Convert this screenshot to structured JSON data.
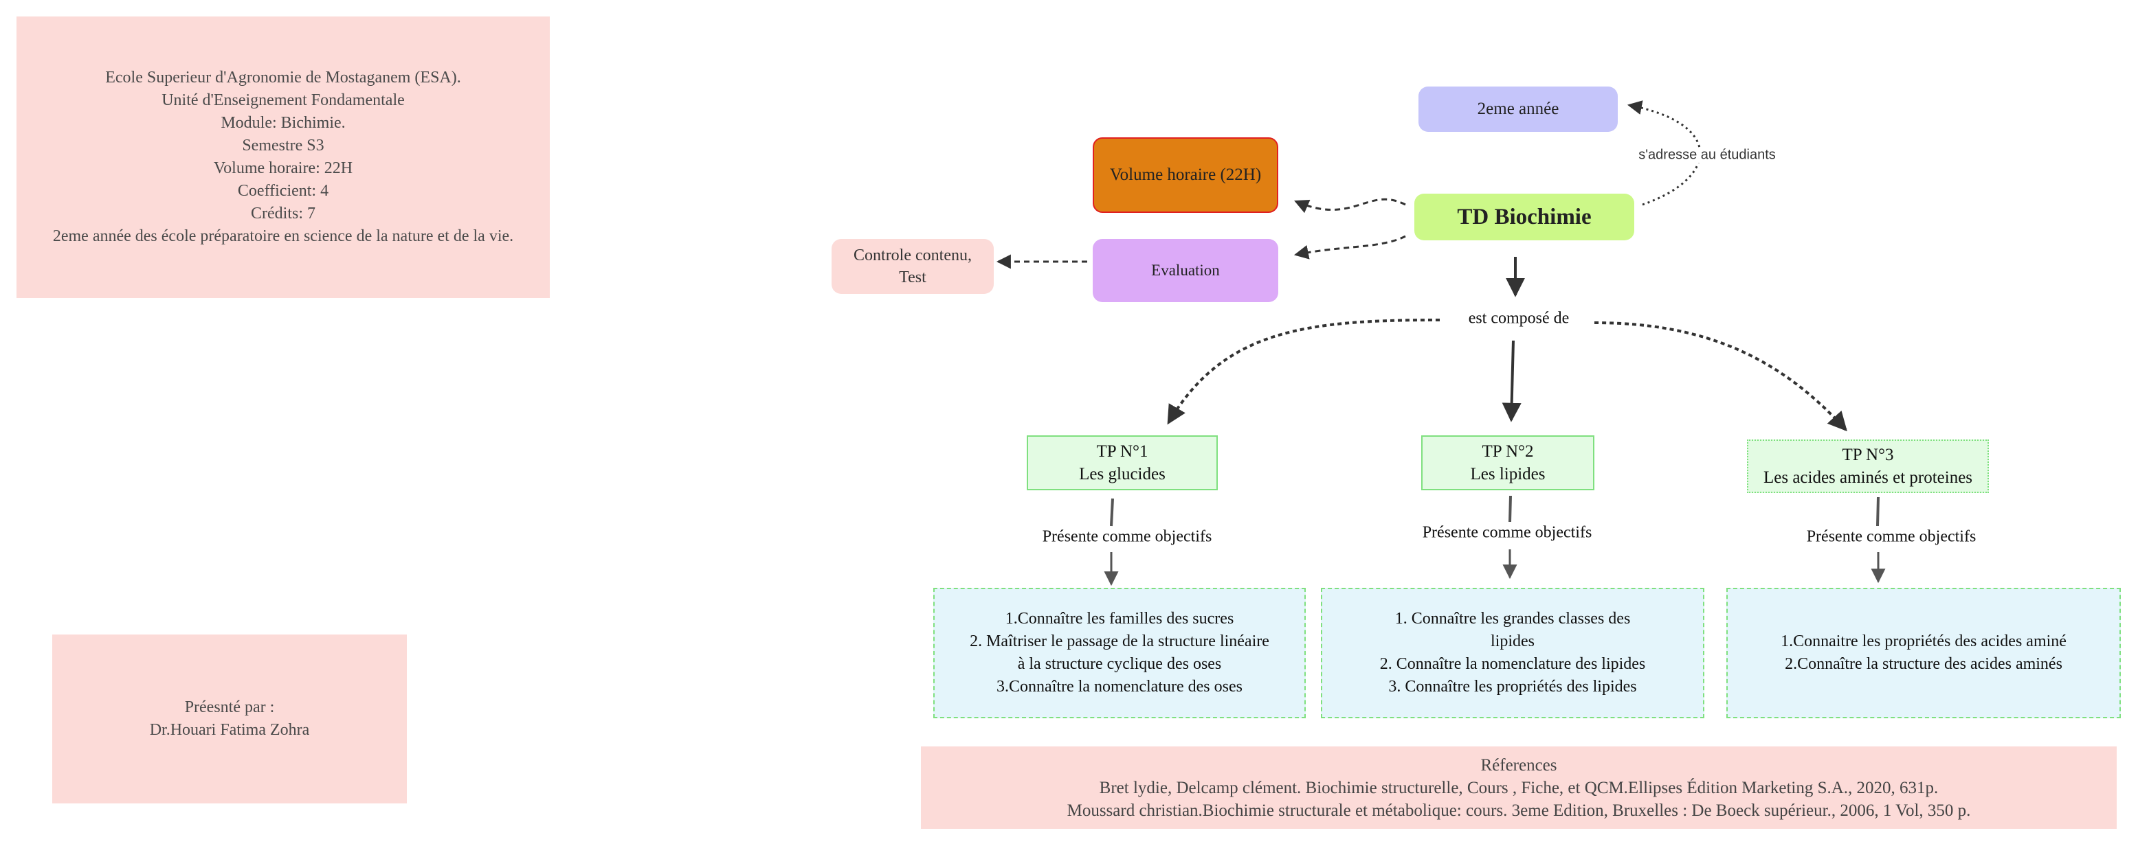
{
  "info_box": {
    "lines": [
      "Ecole Superieur d'Agronomie de Mostaganem (ESA).",
      "Unité d'Enseignement Fondamentale",
      "Module: Bichimie.",
      "Semestre S3",
      "Volume horaire: 22H",
      "Coefficient: 4",
      "Crédits: 7",
      "2eme année des école préparatoire en science de la nature et de la vie."
    ]
  },
  "presenter_box": {
    "line1": "Préesnté par :",
    "line2": "Dr.Houari Fatima Zohra"
  },
  "nodes": {
    "center": "TD Biochimie",
    "year": "2eme année",
    "volume": "Volume horaire (22H)",
    "evaluation": "Evaluation",
    "controle": [
      "Controle contenu,",
      "Test"
    ],
    "tp1": [
      "TP N°1",
      "Les glucides"
    ],
    "tp2": [
      "TP N°2",
      "Les lipides"
    ],
    "tp3": [
      "TP N°3",
      "Les acides aminés et proteines"
    ],
    "obj1": [
      "1.Connaître les familles des sucres",
      "2. Maîtriser le passage de la structure linéaire",
      "à la structure cyclique des oses",
      "3.Connaître la nomenclature des oses"
    ],
    "obj2": [
      "1. Connaître les grandes classes des",
      "lipides",
      "2. Connaître la nomenclature des lipides",
      "3. Connaître les propriétés des lipides"
    ],
    "obj3": [
      "1.Connaitre les propriétés des acides aminé",
      "2.Connaître la structure des acides aminés"
    ]
  },
  "edge_labels": {
    "sadresse": "s'adresse au étudiants",
    "compose": "est composé de",
    "objectifs": "Présente comme objectifs"
  },
  "references": {
    "title": "Réferences",
    "ref1": "Bret lydie, Delcamp clément. Biochimie structurelle, Cours , Fiche, et QCM.Ellipses Édition Marketing S.A., 2020, 631p.",
    "ref2": "Moussard christian.Biochimie structurale et métabolique: cours. 3eme Edition, Bruxelles : De Boeck supérieur., 2006, 1 Vol, 350 p."
  },
  "colors": {
    "info_bg": "#fcdbd8",
    "center_bg": "#ccf888",
    "year_bg": "#c5c5fa",
    "volume_bg": "#e07f12",
    "volume_border": "#e02020",
    "evaluation_bg": "#dcaaf8",
    "tp_bg": "#e3fbe3",
    "objective_bg": "#e4f5fb",
    "green_border": "#7fe07f",
    "edge": "#333333"
  }
}
